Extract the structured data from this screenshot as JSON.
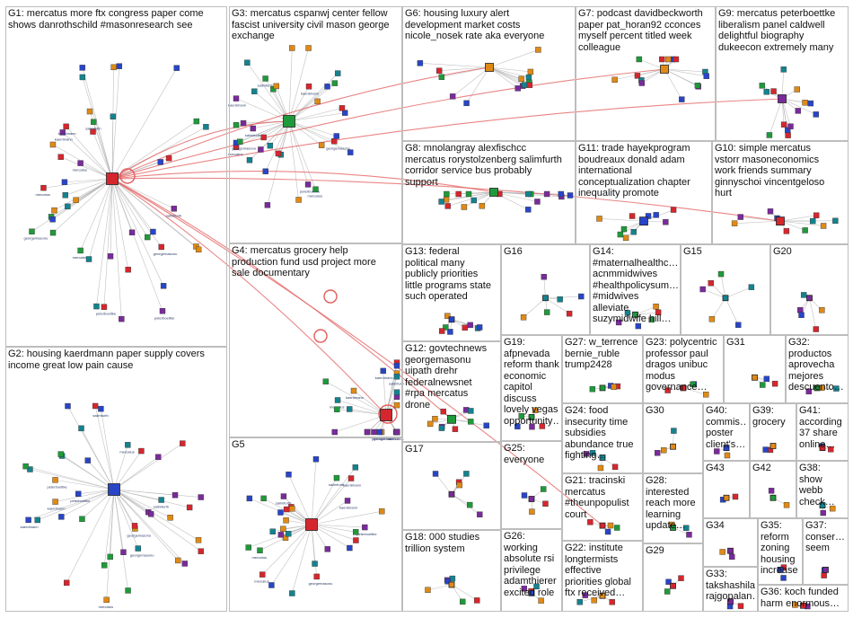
{
  "groups": [
    {
      "id": "G1",
      "label": "G1: mercatus more ftx congress paper come\nshows danrothschild #masonresearch see",
      "hub": "red",
      "nodes": 44
    },
    {
      "id": "G2",
      "label": "G2: housing kaerdmann paper supply covers\nincome great low pain cause",
      "hub": "blue",
      "nodes": 40
    },
    {
      "id": "G3",
      "label": "G3: mercatus cspanwj center fellow\nfascist university civil mason george\nexchange",
      "hub": "green",
      "nodes": 36
    },
    {
      "id": "G4",
      "label": "G4: mercatus grocery help\nproduction fund usd project more\nsale documentary",
      "hub": "circle",
      "nodes": 26
    },
    {
      "id": "G5",
      "label": "G5",
      "hub": "red",
      "nodes": 32
    },
    {
      "id": "G6",
      "label": "G6: housing luxury alert\ndevelopment market costs\nnicole_nosek rate aka everyone",
      "hub": "orange",
      "nodes": 14
    },
    {
      "id": "G7",
      "label": "G7: podcast davidbeckworth\npaper pat_horan92 cconces\nmyself percent titled week\ncolleague",
      "hub": "orange",
      "nodes": 14
    },
    {
      "id": "G8",
      "label": "G8: mnolangray alexfischcc\nmercatus rorystolzenberg salimfurth\ncorridor service bus probably\nsupport",
      "hub": "green",
      "nodes": 18
    },
    {
      "id": "G9",
      "label": "G9: mercatus peterboettke\nliberalism panel caldwell\ndelightful biography\ndukeecon extremely many",
      "hub": "purple",
      "nodes": 14
    },
    {
      "id": "G10",
      "label": "G10: simple mercatus\nvstorr masoneconomics\nwork friends summary\nginnyschoi vincentgeloso\nhurt",
      "hub": "red",
      "nodes": 10
    },
    {
      "id": "G11",
      "label": "G11: trade hayekprogram\nboudreaux donald adam\ninternational\nconceptualization chapter\ninequality promote",
      "hub": "blue",
      "nodes": 10
    },
    {
      "id": "G12",
      "label": "G12: govtechnews\ngeorgemasonu\nuipath drehr\nfederalnewsnet\n#rpa mercatus\ndrone",
      "hub": "green",
      "nodes": 10
    },
    {
      "id": "G13",
      "label": "G13: federal\npolitical many\npublicly priorities\nlittle programs state\nsuch operated",
      "hub": "blue",
      "nodes": 8
    },
    {
      "id": "G14",
      "label": "G14:\n#maternalhealthc…\nacnmmidwives\n#healthpolicysum…\n#midwives\nalleviate\nsuzymidwife hill…",
      "hub": "green",
      "nodes": 6
    },
    {
      "id": "G15",
      "label": "G15",
      "hub": "teal",
      "nodes": 6
    },
    {
      "id": "G16",
      "label": "G16",
      "hub": "teal",
      "nodes": 6
    },
    {
      "id": "G17",
      "label": "G17",
      "hub": "purple",
      "nodes": 6
    },
    {
      "id": "G18",
      "label": "G18: 000 studies\ntrillion system",
      "hub": "orange",
      "nodes": 6
    },
    {
      "id": "G19",
      "label": "G19:\nafpnevada\nreform thank\neconomic\ncapitol\ndiscuss\nlovely vegas\nopportunity…",
      "hub": "green",
      "nodes": 5
    },
    {
      "id": "G20",
      "label": "G20",
      "hub": "purple",
      "nodes": 5
    },
    {
      "id": "G21",
      "label": "G21: tracinski\nmercatus\n#theunpopulist\ncourt",
      "hub": "red",
      "nodes": 4
    },
    {
      "id": "G22",
      "label": "G22: institute\nlongtermists\neffective\npriorities global\nftx received…",
      "hub": "orange",
      "nodes": 4
    },
    {
      "id": "G23",
      "label": "G23: polycentric\nprofessor paul\ndragos unibuc\nmodus\ngovernance…",
      "hub": "red",
      "nodes": 4
    },
    {
      "id": "G24",
      "label": "G24: food\ninsecurity time\nsubsidies\nabundance true\nfighting…",
      "hub": "teal",
      "nodes": 4
    },
    {
      "id": "G25",
      "label": "G25:\neveryone",
      "hub": "purple",
      "nodes": 4
    },
    {
      "id": "G26",
      "label": "G26:\nworking\nabsolute rsi\nprivilege\nadamthierer\nexcited role",
      "hub": "blue",
      "nodes": 4
    },
    {
      "id": "G27",
      "label": "G27: w_terrence\nbernie_ruble\ntrump2428",
      "hub": "green",
      "nodes": 4
    },
    {
      "id": "G28",
      "label": "G28:\ninterested\nreach more\nlearning\nupdate…",
      "hub": "green",
      "nodes": 3
    },
    {
      "id": "G29",
      "label": "G29",
      "hub": "red",
      "nodes": 3
    },
    {
      "id": "G30",
      "label": "G30",
      "hub": "orange",
      "nodes": 3
    },
    {
      "id": "G31",
      "label": "G31",
      "hub": "orange",
      "nodes": 3
    },
    {
      "id": "G32",
      "label": "G32:\nproductos\naprovecha\nmejores\ndescuento…",
      "hub": "green",
      "nodes": 3
    },
    {
      "id": "G33",
      "label": "G33:\ntakshashila\nrajgopalan…",
      "hub": "purple",
      "nodes": 2
    },
    {
      "id": "G34",
      "label": "G34",
      "hub": "purple",
      "nodes": 2
    },
    {
      "id": "G35",
      "label": "G35:\nreform\nzoning\nhousing\nincrease",
      "hub": "blue",
      "nodes": 2
    },
    {
      "id": "G36",
      "label": "G36: koch funded\nharm enormous…",
      "hub": "red",
      "nodes": 2
    },
    {
      "id": "G37",
      "label": "G37:\nconser…\nseem",
      "hub": "purple",
      "nodes": 2
    },
    {
      "id": "G38",
      "label": "G38:\nshow\nwebb\ncheck…",
      "hub": "teal",
      "nodes": 2
    },
    {
      "id": "G39",
      "label": "G39:\ngrocery",
      "hub": "orange",
      "nodes": 2
    },
    {
      "id": "G40",
      "label": "G40:\ncommis…\nposter\nclient's…",
      "hub": "blue",
      "nodes": 2
    },
    {
      "id": "G41",
      "label": "G41:\naccording\n37 share\nonline…",
      "hub": "red",
      "nodes": 2
    },
    {
      "id": "G42",
      "label": "G42",
      "hub": "green",
      "nodes": 2
    },
    {
      "id": "G43",
      "label": "G43",
      "hub": "orange",
      "nodes": 2
    }
  ],
  "node_labels": [
    "mercatus",
    "danrothschild",
    "georgemasonu",
    "mnolangray",
    "kaerdmann",
    "davidbeckworth",
    "peterboettke",
    "cspanwj",
    "salimfurth",
    "vstorr"
  ],
  "colors": {
    "red": "#d6262d",
    "blue": "#2845c8",
    "green": "#1f9a3a",
    "orange": "#e08a16",
    "purple": "#7a2a9c",
    "teal": "#13838f",
    "edge": "#b0b0b0",
    "hub_edge": "#e35b5b",
    "border": "#bdbdbd"
  }
}
